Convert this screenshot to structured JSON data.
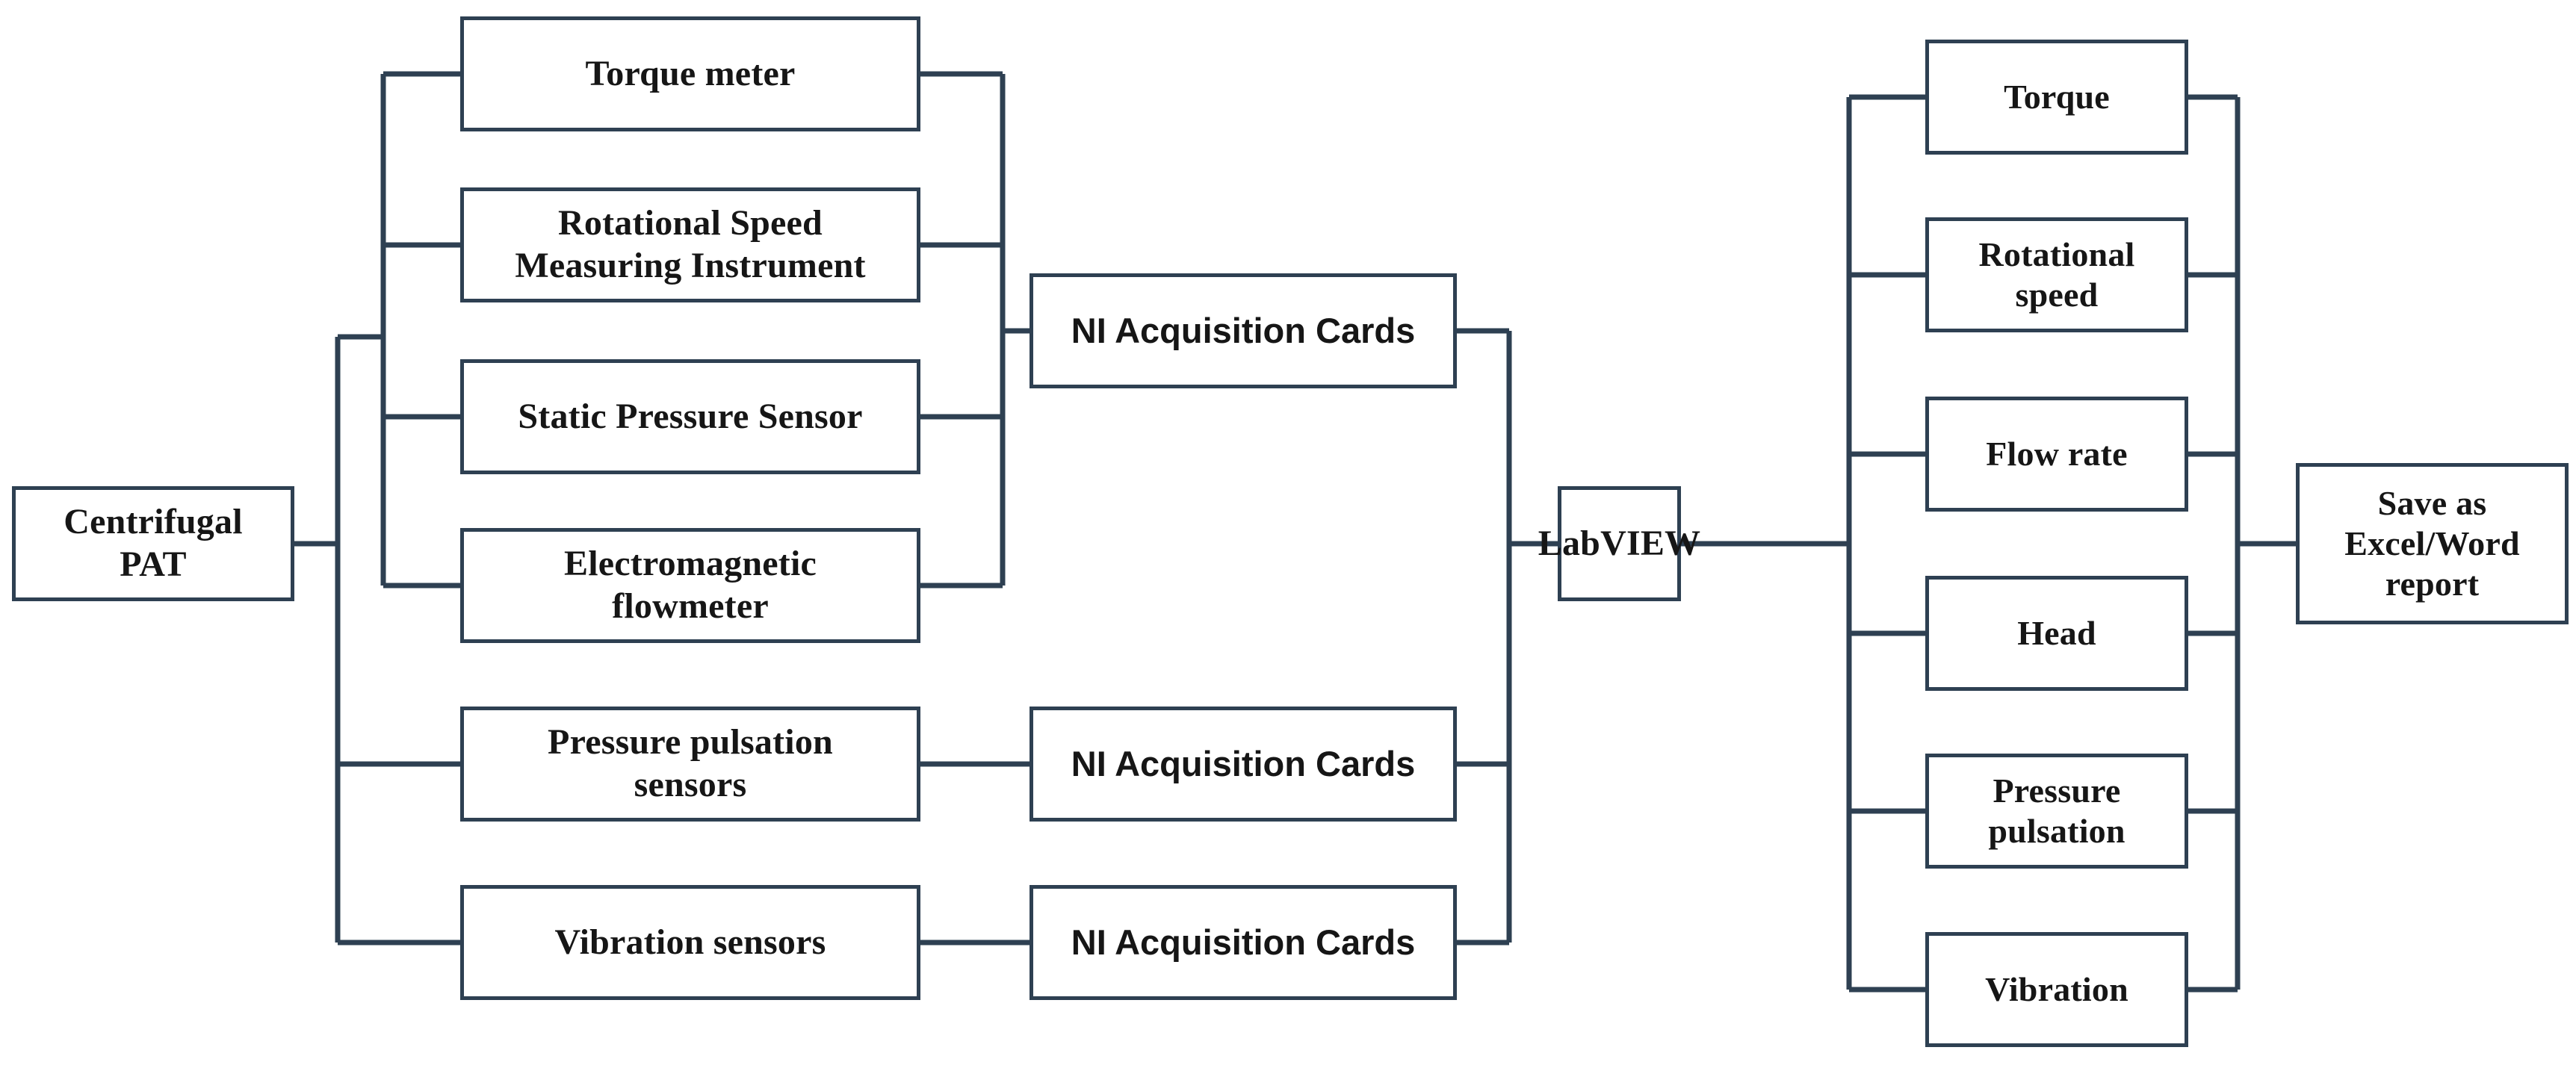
{
  "diagram": {
    "title": "Centrifugal PAT measurement and data acquisition flowchart",
    "colors": {
      "border": "#2e4052",
      "wire": "#2e4052",
      "text": "#161616",
      "background": "#ffffff"
    },
    "source": {
      "label": "Centrifugal\nPAT"
    },
    "sensors": [
      {
        "label": "Torque meter"
      },
      {
        "label": "Rotational Speed\nMeasuring Instrument"
      },
      {
        "label": "Static Pressure Sensor"
      },
      {
        "label": "Electromagnetic\nflowmeter"
      },
      {
        "label": "Pressure pulsation\nsensors"
      },
      {
        "label": "Vibration sensors"
      }
    ],
    "acquisition": [
      {
        "label": "NI Acquisition Cards"
      },
      {
        "label": "NI Acquisition Cards"
      },
      {
        "label": "NI Acquisition Cards"
      }
    ],
    "software": {
      "label": "LabVIEW"
    },
    "outputs": [
      {
        "label": "Torque"
      },
      {
        "label": "Rotational\nspeed"
      },
      {
        "label": "Flow rate"
      },
      {
        "label": "Head"
      },
      {
        "label": "Pressure\npulsation"
      },
      {
        "label": "Vibration"
      }
    ],
    "report": {
      "label": "Save as\nExcel/Word\nreport"
    }
  }
}
